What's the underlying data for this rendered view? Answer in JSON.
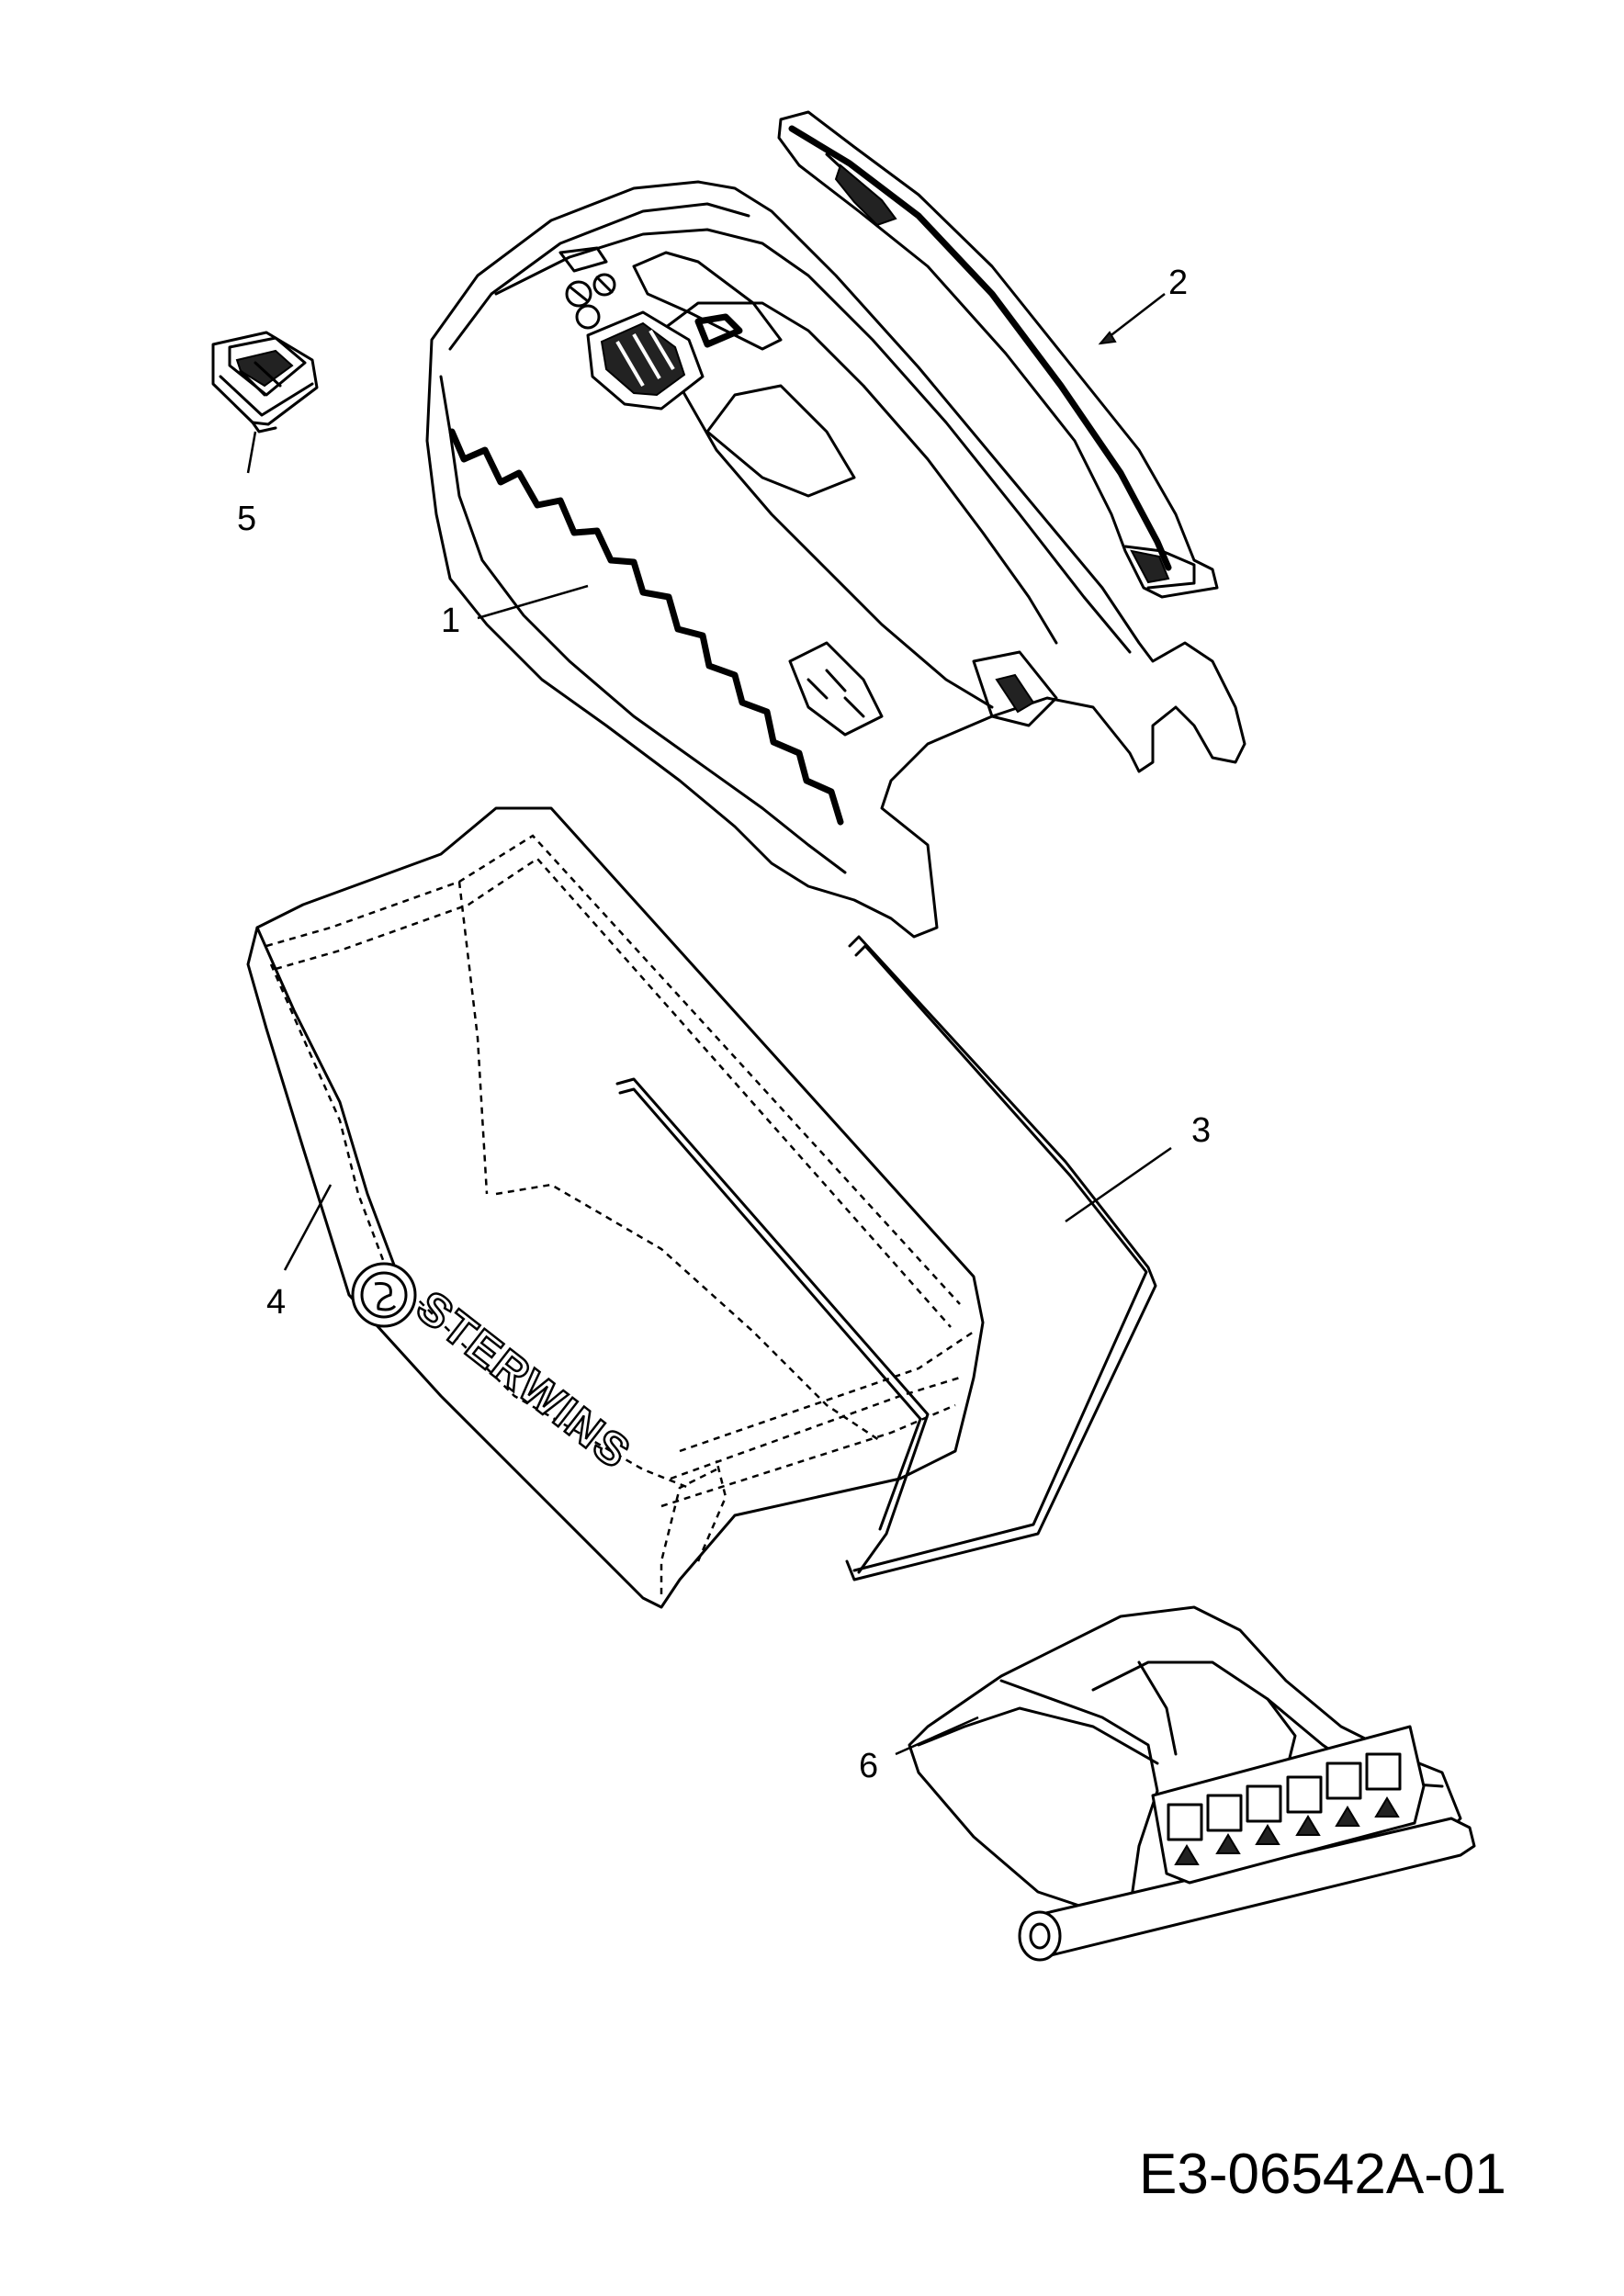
{
  "diagram": {
    "callouts": [
      {
        "id": "1",
        "label": "1"
      },
      {
        "id": "2",
        "label": "2"
      },
      {
        "id": "3",
        "label": "3"
      },
      {
        "id": "4",
        "label": "4"
      },
      {
        "id": "5",
        "label": "5"
      },
      {
        "id": "6",
        "label": "6"
      }
    ],
    "brand_logo_text": "STERWINS",
    "drawing_number": "E3-06542A-01"
  }
}
